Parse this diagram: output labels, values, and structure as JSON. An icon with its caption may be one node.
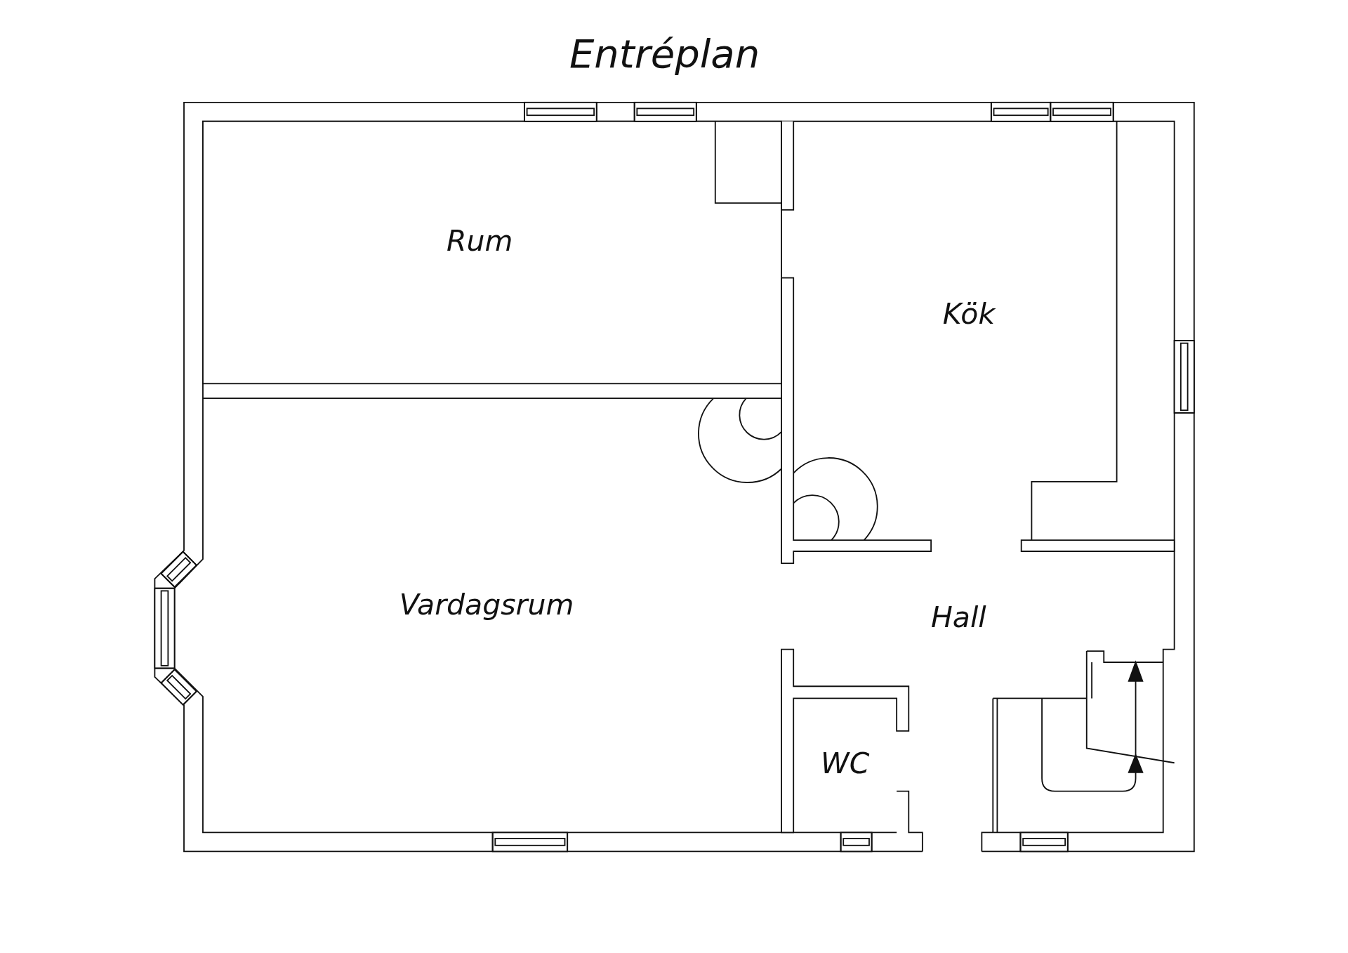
{
  "diagram": {
    "title": "Entréplan",
    "labels": [
      "Rum",
      "Kök",
      "Vardagsrum",
      "Hall",
      "WC"
    ]
  }
}
